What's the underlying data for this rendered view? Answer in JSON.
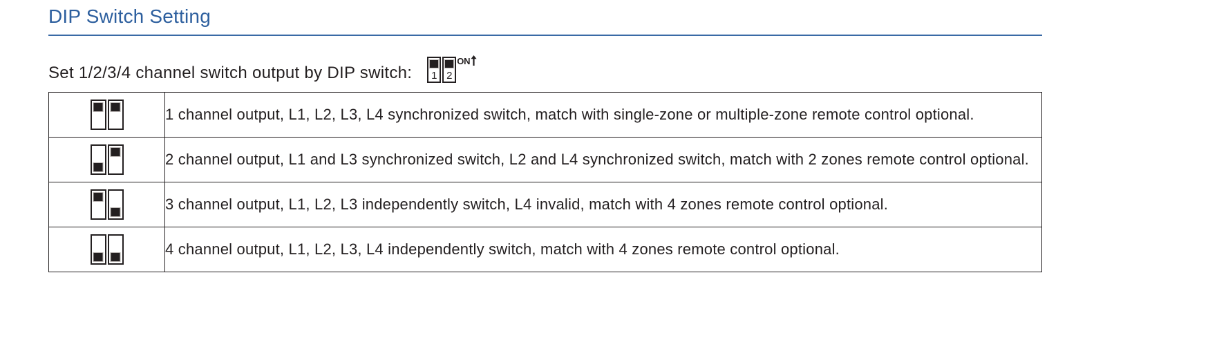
{
  "heading": {
    "title": "DIP Switch Setting",
    "accent_color": "#2d5f9e",
    "rule_color": "#3a6aa6"
  },
  "intro": {
    "text": "Set 1/2/3/4 channel switch output by DIP switch:",
    "switch": {
      "name": "dip-switch-2-position",
      "on_label": "ON",
      "arrow_icon": "up-arrow-icon",
      "positions": [
        {
          "number": "1",
          "state": "up"
        },
        {
          "number": "2",
          "state": "up"
        }
      ]
    }
  },
  "table": {
    "rows": [
      {
        "switch": {
          "positions": [
            "up",
            "up"
          ]
        },
        "description": "1 channel output, L1, L2, L3, L4 synchronized switch, match with single-zone or multiple-zone remote control optional."
      },
      {
        "switch": {
          "positions": [
            "down",
            "up"
          ]
        },
        "description": "2 channel output, L1 and L3 synchronized switch, L2 and L4 synchronized switch, match with 2 zones remote control optional."
      },
      {
        "switch": {
          "positions": [
            "up",
            "down"
          ]
        },
        "description": "3 channel output, L1, L2, L3 independently switch, L4 invalid, match with 4 zones remote control optional."
      },
      {
        "switch": {
          "positions": [
            "down",
            "down"
          ]
        },
        "description": "4 channel output, L1, L2, L3, L4 independently switch, match with 4 zones remote control optional."
      }
    ]
  }
}
